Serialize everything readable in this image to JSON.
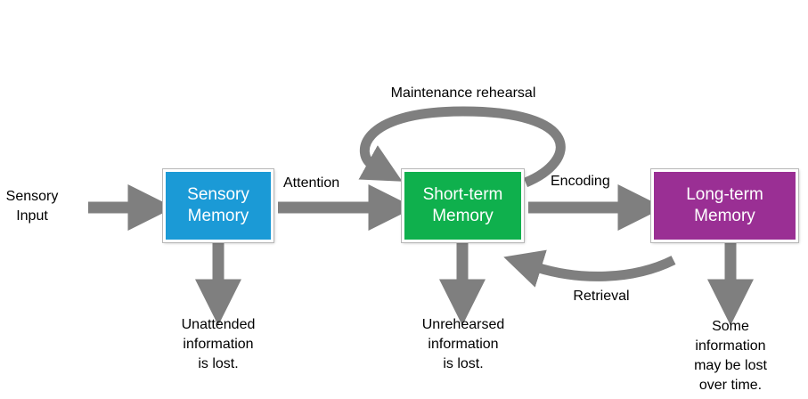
{
  "boxes": {
    "sensory": {
      "label": "Sensory\nMemory",
      "color": "#1b9ad6"
    },
    "short_term": {
      "label": "Short-term\nMemory",
      "color": "#0fb04d"
    },
    "long_term": {
      "label": "Long-term\nMemory",
      "color": "#9a2f94"
    }
  },
  "labels": {
    "sensory_input": "Sensory\nInput",
    "attention": "Attention",
    "encoding": "Encoding",
    "maintenance_rehearsal": "Maintenance rehearsal",
    "retrieval": "Retrieval",
    "unattended": "Unattended\ninformation\nis lost.",
    "unrehearsed": "Unrehearsed\ninformation\nis lost.",
    "some_lost": "Some\ninformation\nmay be lost\nover time."
  },
  "arrow_color": "#7f7f7f"
}
